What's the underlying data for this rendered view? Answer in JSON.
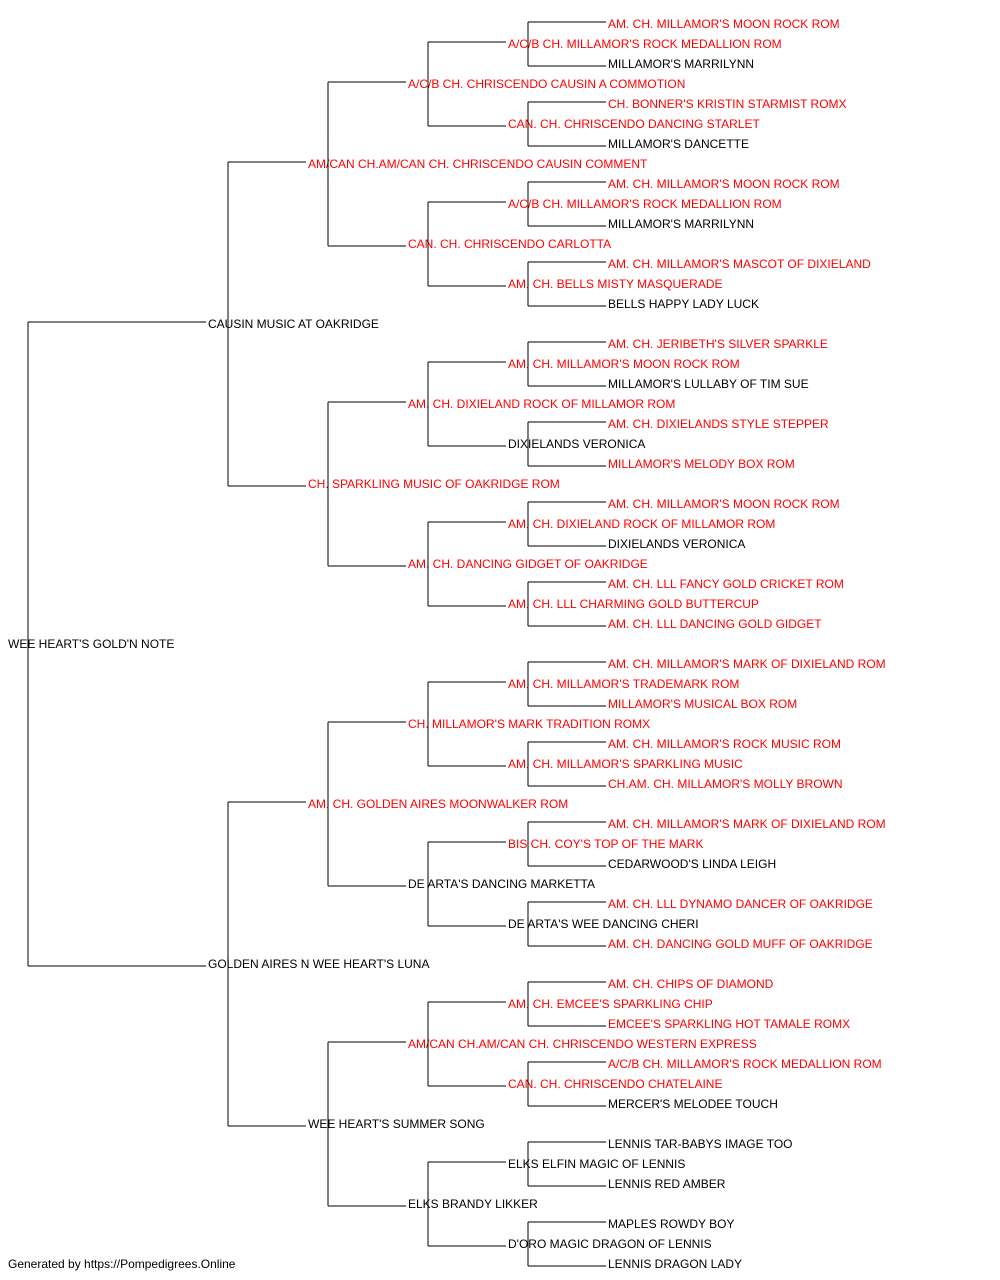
{
  "colors": {
    "titled": "#ff0000",
    "plain": "#000000",
    "line": "#000000"
  },
  "pedigree": {
    "name": "WEE HEART'S GOLD'N NOTE",
    "titled": false,
    "sire": {
      "name": "CAUSIN MUSIC AT OAKRIDGE",
      "titled": false,
      "sire": {
        "name": "AM/CAN CH.AM/CAN CH. CHRISCENDO CAUSIN COMMENT",
        "titled": true,
        "sire": {
          "name": "A/C/B CH. CHRISCENDO CAUSIN A COMMOTION",
          "titled": true,
          "sire": {
            "name": "A/C/B CH. MILLAMOR'S ROCK MEDALLION ROM",
            "titled": true,
            "sire": {
              "name": "AM. CH. MILLAMOR'S MOON ROCK ROM",
              "titled": true
            },
            "dam": {
              "name": "MILLAMOR'S MARRILYNN",
              "titled": false
            }
          },
          "dam": {
            "name": "CAN. CH. CHRISCENDO DANCING STARLET",
            "titled": true,
            "sire": {
              "name": "CH. BONNER'S KRISTIN STARMIST ROMX",
              "titled": true
            },
            "dam": {
              "name": "MILLAMOR'S DANCETTE",
              "titled": false
            }
          }
        },
        "dam": {
          "name": "CAN. CH. CHRISCENDO CARLOTTA",
          "titled": true,
          "sire": {
            "name": "A/C/B CH. MILLAMOR'S ROCK MEDALLION ROM",
            "titled": true,
            "sire": {
              "name": "AM. CH. MILLAMOR'S MOON ROCK ROM",
              "titled": true
            },
            "dam": {
              "name": "MILLAMOR'S MARRILYNN",
              "titled": false
            }
          },
          "dam": {
            "name": "AM. CH. BELLS MISTY MASQUERADE",
            "titled": true,
            "sire": {
              "name": "AM. CH. MILLAMOR'S MASCOT OF DIXIELAND",
              "titled": true
            },
            "dam": {
              "name": "BELLS HAPPY LADY LUCK",
              "titled": false
            }
          }
        }
      },
      "dam": {
        "name": "CH. SPARKLING MUSIC OF OAKRIDGE ROM",
        "titled": true,
        "sire": {
          "name": "AM. CH. DIXIELAND ROCK OF MILLAMOR ROM",
          "titled": true,
          "sire": {
            "name": "AM. CH. MILLAMOR'S MOON ROCK ROM",
            "titled": true,
            "sire": {
              "name": "AM. CH. JERIBETH'S SILVER SPARKLE",
              "titled": true
            },
            "dam": {
              "name": "MILLAMOR'S LULLABY OF TIM SUE",
              "titled": false
            }
          },
          "dam": {
            "name": "DIXIELANDS VERONICA",
            "titled": false,
            "sire": {
              "name": "AM. CH. DIXIELANDS STYLE STEPPER",
              "titled": true
            },
            "dam": {
              "name": "MILLAMOR'S MELODY BOX ROM",
              "titled": true
            }
          }
        },
        "dam": {
          "name": "AM. CH. DANCING GIDGET OF OAKRIDGE",
          "titled": true,
          "sire": {
            "name": "AM. CH. DIXIELAND ROCK OF MILLAMOR ROM",
            "titled": true,
            "sire": {
              "name": "AM. CH. MILLAMOR'S MOON ROCK ROM",
              "titled": true
            },
            "dam": {
              "name": "DIXIELANDS VERONICA",
              "titled": false
            }
          },
          "dam": {
            "name": "AM. CH. LLL CHARMING GOLD BUTTERCUP",
            "titled": true,
            "sire": {
              "name": "AM. CH. LLL FANCY GOLD CRICKET ROM",
              "titled": true
            },
            "dam": {
              "name": "AM. CH. LLL DANCING GOLD GIDGET",
              "titled": true
            }
          }
        }
      }
    },
    "dam": {
      "name": "GOLDEN AIRES N WEE HEART'S LUNA",
      "titled": false,
      "sire": {
        "name": "AM. CH. GOLDEN AIRES MOONWALKER ROM",
        "titled": true,
        "sire": {
          "name": "CH. MILLAMOR'S MARK TRADITION ROMX",
          "titled": true,
          "sire": {
            "name": "AM. CH. MILLAMOR'S TRADEMARK ROM",
            "titled": true,
            "sire": {
              "name": "AM. CH. MILLAMOR'S MARK OF DIXIELAND ROM",
              "titled": true
            },
            "dam": {
              "name": "MILLAMOR'S MUSICAL BOX ROM",
              "titled": true
            }
          },
          "dam": {
            "name": "AM. CH. MILLAMOR'S SPARKLING MUSIC",
            "titled": true,
            "sire": {
              "name": "AM. CH. MILLAMOR'S ROCK MUSIC ROM",
              "titled": true
            },
            "dam": {
              "name": "CH.AM. CH. MILLAMOR'S MOLLY BROWN",
              "titled": true
            }
          }
        },
        "dam": {
          "name": "DE ARTA'S DANCING MARKETTA",
          "titled": false,
          "sire": {
            "name": "BIS CH. COY'S TOP OF THE MARK",
            "titled": true,
            "sire": {
              "name": "AM. CH. MILLAMOR'S MARK OF DIXIELAND ROM",
              "titled": true
            },
            "dam": {
              "name": "CEDARWOOD'S LINDA LEIGH",
              "titled": false
            }
          },
          "dam": {
            "name": "DE ARTA'S WEE DANCING CHERI",
            "titled": false,
            "sire": {
              "name": "AM. CH. LLL DYNAMO DANCER OF OAKRIDGE",
              "titled": true
            },
            "dam": {
              "name": "AM. CH. DANCING GOLD MUFF OF OAKRIDGE",
              "titled": true
            }
          }
        }
      },
      "dam": {
        "name": "WEE HEART'S SUMMER SONG",
        "titled": false,
        "sire": {
          "name": "AM/CAN CH.AM/CAN CH. CHRISCENDO WESTERN EXPRESS",
          "titled": true,
          "sire": {
            "name": "AM. CH. EMCEE'S SPARKLING CHIP",
            "titled": true,
            "sire": {
              "name": "AM. CH. CHIPS OF DIAMOND",
              "titled": true
            },
            "dam": {
              "name": "EMCEE'S SPARKLING HOT TAMALE ROMX",
              "titled": true
            }
          },
          "dam": {
            "name": "CAN. CH. CHRISCENDO CHATELAINE",
            "titled": true,
            "sire": {
              "name": "A/C/B CH. MILLAMOR'S ROCK MEDALLION ROM",
              "titled": true
            },
            "dam": {
              "name": "MERCER'S MELODEE TOUCH",
              "titled": false
            }
          }
        },
        "dam": {
          "name": "ELKS BRANDY LIKKER",
          "titled": false,
          "sire": {
            "name": "ELKS ELFIN MAGIC OF LENNIS",
            "titled": false,
            "sire": {
              "name": "LENNIS TAR-BABYS IMAGE TOO",
              "titled": false
            },
            "dam": {
              "name": "LENNIS RED AMBER",
              "titled": false
            }
          },
          "dam": {
            "name": "D'ORO MAGIC DRAGON OF LENNIS",
            "titled": false,
            "sire": {
              "name": "MAPLES ROWDY BOY",
              "titled": false
            },
            "dam": {
              "name": "LENNIS DRAGON LADY",
              "titled": false
            }
          }
        }
      }
    }
  },
  "footer": {
    "text": "Generated by https://Pompedigrees.Online"
  }
}
